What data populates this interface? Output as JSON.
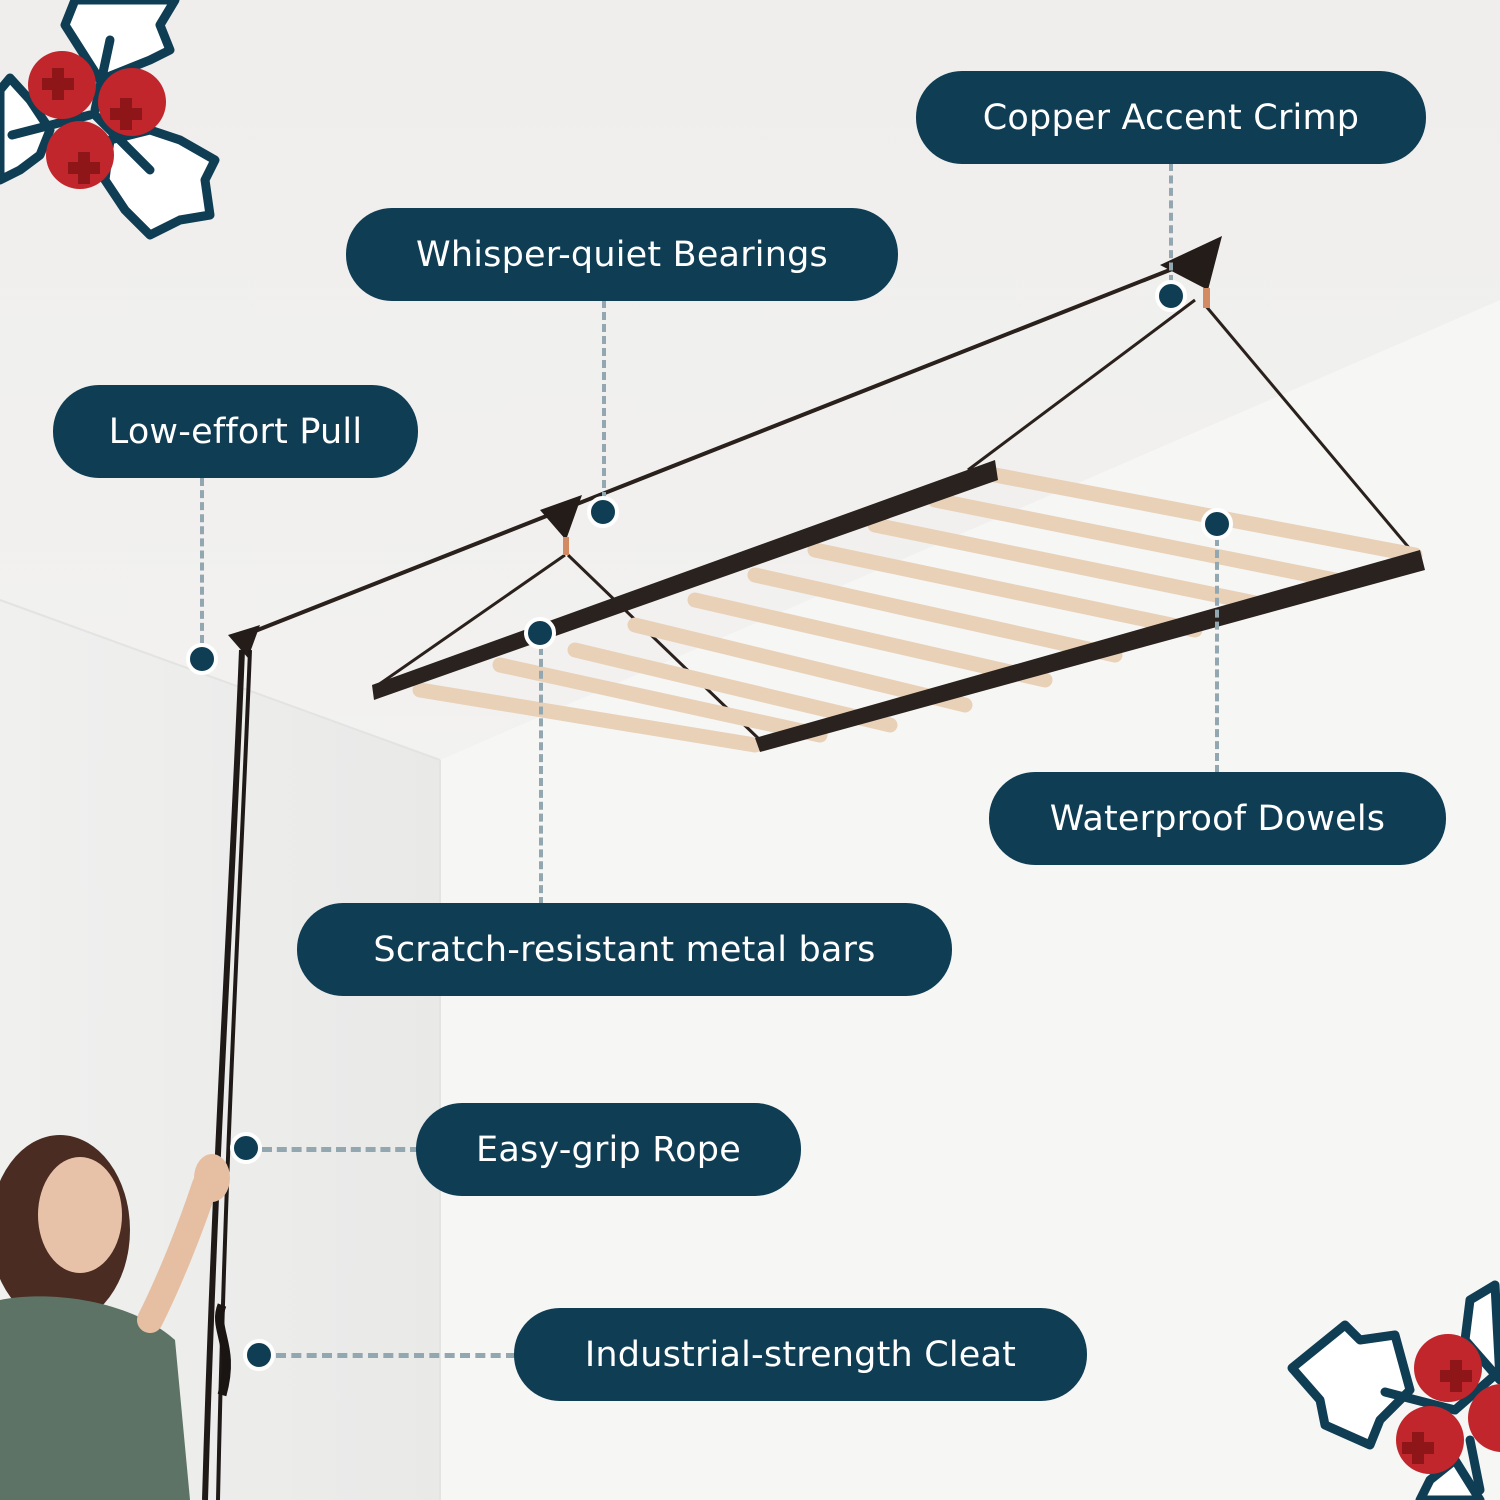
{
  "colors": {
    "pill_bg": "#0f3d54",
    "pill_text": "#ffffff",
    "connector": "#93a7b1",
    "berry": "#c0262b",
    "berry_cross": "#8e1518",
    "leaf_outline": "#0f3d54",
    "wall": "#f1f0ee"
  },
  "callouts": [
    {
      "id": "copper-accent-crimp",
      "label": "Copper Accent Crimp"
    },
    {
      "id": "whisper-quiet-bearings",
      "label": "Whisper-quiet Bearings"
    },
    {
      "id": "low-effort-pull",
      "label": "Low-effort Pull"
    },
    {
      "id": "waterproof-dowels",
      "label": "Waterproof Dowels"
    },
    {
      "id": "scratch-resistant-metal-bars",
      "label": "Scratch-resistant metal bars"
    },
    {
      "id": "easy-grip-rope",
      "label": "Easy-grip Rope"
    },
    {
      "id": "industrial-strength-cleat",
      "label": "Industrial-strength Cleat"
    }
  ],
  "decorations": {
    "top_left": "holly-icon",
    "bottom_right": "holly-icon"
  },
  "product": {
    "image": "ceiling-mounted pulley drying rack with wooden dowels and black metal frame",
    "dowel_count": 10
  }
}
